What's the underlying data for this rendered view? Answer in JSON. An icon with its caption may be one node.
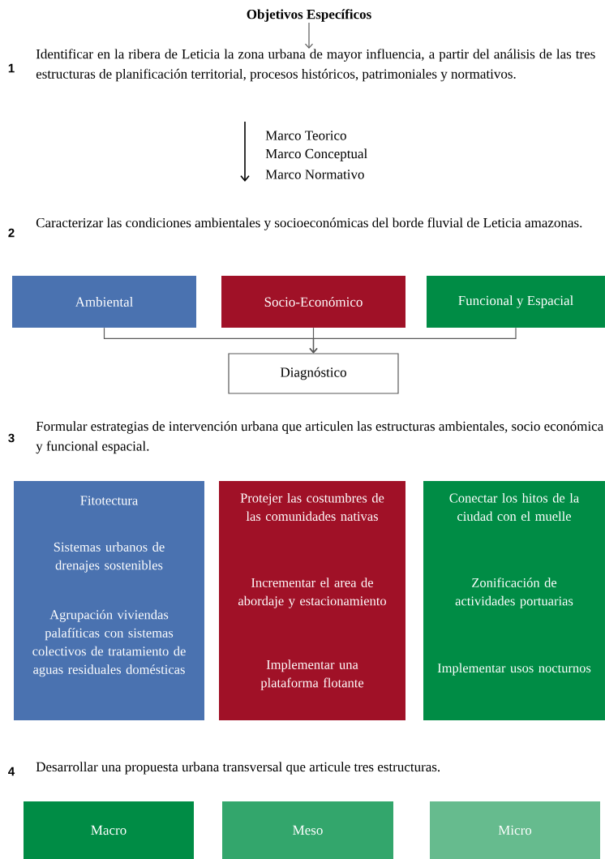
{
  "diagram": {
    "nodes": [
      {
        "text": [
          "Objetivos Específicos"
        ]
      },
      {
        "text": [
          "Identificar en la ribera de Leticia la zona urbana de mayor influencia, a partir del análisis de las tres estructuras de planificación territorial, procesos históricos, patrimoniales y normativos."
        ],
        "beside": [
          "1"
        ]
      },
      {
        "text": [
          "Caracterizar las condiciones ambientales y socioeconómicas del borde fluvial de Leticia amazonas."
        ],
        "beside": [
          "2"
        ]
      },
      {
        "text": [
          "Ambiental"
        ]
      },
      {
        "text": [
          "Socio-Económico"
        ]
      },
      {
        "text": [
          "Funcional y Espacial"
        ]
      },
      {
        "text": [
          "Diagnóstico"
        ]
      },
      {
        "text": [
          "Formular estrategias de intervención urbana que articulen las estructuras ambientales, socio económica y funcional espacial."
        ],
        "beside": [
          "3"
        ]
      },
      {
        "text": [
          "Fitotectura",
          "Sistemas urbanos de drenajes sostenibles",
          "Agrupación viviendas palafíticas con sistemas colectivos de tratamiento de aguas residuales domésticas"
        ]
      },
      {
        "text": [
          "Protejer las costumbres de las comunidades nativas",
          "Incrementar el area de abordaje y estacionamiento",
          "Implementar una plataforma flotante"
        ]
      },
      {
        "text": [
          "Conectar los hitos de la ciudad con el muelle",
          "Zonificación de actividades portuarias",
          "Implementar usos nocturnos"
        ]
      },
      {
        "text": [
          "Desarrollar una propuesta urbana transversal que articule tres estructuras."
        ],
        "beside": [
          "4"
        ]
      },
      {
        "text": [
          "Macro"
        ]
      },
      {
        "text": [
          "Meso"
        ]
      },
      {
        "text": [
          "Micro"
        ]
      }
    ],
    "edges": [
      {
        "from": 0,
        "to": 1,
        "arrow": "to"
      },
      {
        "from": 3,
        "to": 6,
        "arrow": "to"
      },
      {
        "from": 4,
        "to": 6,
        "arrow": "to"
      },
      {
        "from": 5,
        "to": 6,
        "arrow": "to"
      }
    ],
    "labels": [
      "Marco Teorico",
      "Marco Conceptual",
      "Marco Normativo"
    ]
  }
}
